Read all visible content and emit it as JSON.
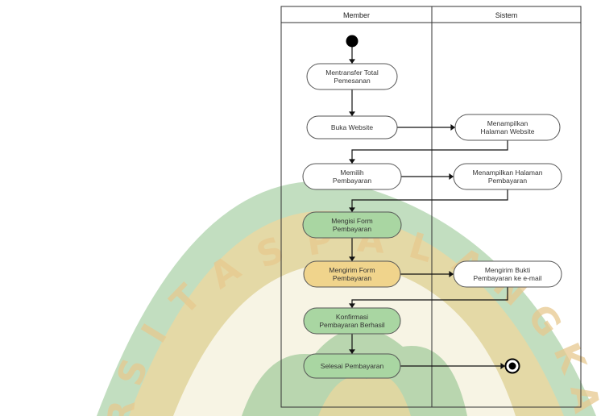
{
  "watermark": {
    "letters": [
      "R",
      "S",
      "I",
      "T",
      "A",
      "S",
      "P",
      "A",
      "L",
      "A",
      "N",
      "G",
      "K",
      "A"
    ],
    "colors": {
      "green": "#8fc28c",
      "gold": "#efd79d",
      "dark": "#3f6f3a"
    }
  },
  "diagram": {
    "lanes": [
      {
        "id": "member",
        "title": "Member"
      },
      {
        "id": "sistem",
        "title": "Sistem"
      }
    ],
    "activities": [
      {
        "id": "a1",
        "lane": "member",
        "lines": [
          "Mentransfer Total",
          "Pemesanan"
        ],
        "style": "plain"
      },
      {
        "id": "a2",
        "lane": "member",
        "lines": [
          "Buka Website"
        ],
        "style": "plain"
      },
      {
        "id": "a3",
        "lane": "sistem",
        "lines": [
          "Menampilkan",
          "Halaman Website"
        ],
        "style": "plain"
      },
      {
        "id": "a4",
        "lane": "member",
        "lines": [
          "Memilih",
          "Pembayaran"
        ],
        "style": "plain"
      },
      {
        "id": "a5",
        "lane": "sistem",
        "lines": [
          "Menampilkan Halaman",
          "Pembayaran"
        ],
        "style": "plain"
      },
      {
        "id": "a6",
        "lane": "member",
        "lines": [
          "Mengisi Form",
          "Pembayaran"
        ],
        "style": "green"
      },
      {
        "id": "a7",
        "lane": "member",
        "lines": [
          "Mengirim Form",
          "Pembayaran"
        ],
        "style": "gold"
      },
      {
        "id": "a8",
        "lane": "sistem",
        "lines": [
          "Mengirim Bukti",
          "Pembayaran ke e-mail"
        ],
        "style": "plain"
      },
      {
        "id": "a9",
        "lane": "member",
        "lines": [
          "Konfirmasi",
          "Pembayaran Berhasil"
        ],
        "style": "green"
      },
      {
        "id": "a10",
        "lane": "member",
        "lines": [
          "Selesai Pembayaran"
        ],
        "style": "green"
      }
    ],
    "colors": {
      "line": "#111111",
      "node_fill": "#ffffff",
      "node_fill_green": "#a9d6a2",
      "node_fill_gold": "#f0d48c",
      "node_stroke": "#555555"
    }
  }
}
